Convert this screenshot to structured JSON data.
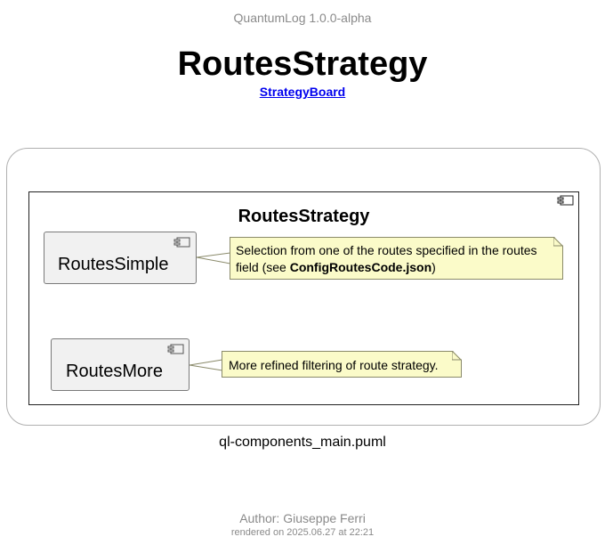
{
  "header": {
    "text": "QuantumLog 1.0.0-alpha"
  },
  "title": {
    "main": "RoutesStrategy",
    "link_text": "StrategyBoard"
  },
  "diagram": {
    "package_title": "RoutesStrategy",
    "components": [
      {
        "label": "RoutesSimple"
      },
      {
        "label": "RoutesMore"
      }
    ],
    "notes": [
      {
        "text_before": "Selection from one of the routes specified in the routes field (see ",
        "bold": "ConfigRoutesCode.json",
        "text_after": ")"
      },
      {
        "text": "More refined filtering of route strategy."
      }
    ]
  },
  "caption": "ql-components_main.puml",
  "footer": {
    "author": "Author: Giuseppe Ferri",
    "rendered": "rendered on 2025.06.27 at 22:21"
  },
  "colors": {
    "note_fill": "#fbfbc9",
    "component_fill": "#f1f1f1",
    "link": "#0000ee",
    "muted_text": "#8a8a8a"
  }
}
